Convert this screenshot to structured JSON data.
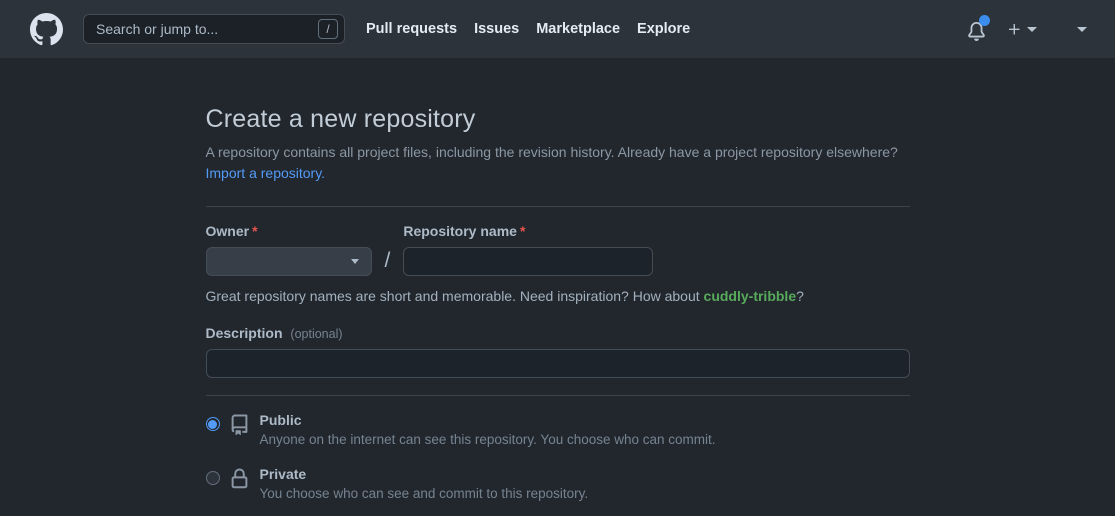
{
  "colors": {
    "header_bg": "#2d333b",
    "page_bg": "#22272e",
    "accent_blue": "#539bf5",
    "success_green": "#57ab5a",
    "danger_red": "#e5534b",
    "notification_dot": "#3b8eed"
  },
  "header": {
    "search_placeholder": "Search or jump to...",
    "search_shortcut": "/",
    "nav": [
      {
        "label": "Pull requests"
      },
      {
        "label": "Issues"
      },
      {
        "label": "Marketplace"
      },
      {
        "label": "Explore"
      }
    ],
    "icons": {
      "logo": "github-octocat-logo",
      "bell": "notification-bell-icon",
      "plus": "create-new-plus-icon",
      "caret": "dropdown-caret-icon"
    }
  },
  "page": {
    "title": "Create a new repository",
    "intro": "A repository contains all project files, including the revision history. Already have a project repository elsewhere?",
    "import_link": "Import a repository."
  },
  "form": {
    "required_mark": "*",
    "owner_label": "Owner",
    "owner_selected_value": "",
    "separator": "/",
    "repo_name_label": "Repository name",
    "repo_name_value": "",
    "hint_prefix": "Great repository names are short and memorable. Need inspiration? How about ",
    "hint_suggestion": "cuddly-tribble",
    "hint_suffix": "?",
    "description_label": "Description",
    "description_optional": "(optional)",
    "description_value": "",
    "visibility": [
      {
        "label": "Public",
        "description": "Anyone on the internet can see this repository. You choose who can commit.",
        "selected": true,
        "icon": "repo-book-icon"
      },
      {
        "label": "Private",
        "description": "You choose who can see and commit to this repository.",
        "selected": false,
        "icon": "lock-icon"
      }
    ]
  }
}
